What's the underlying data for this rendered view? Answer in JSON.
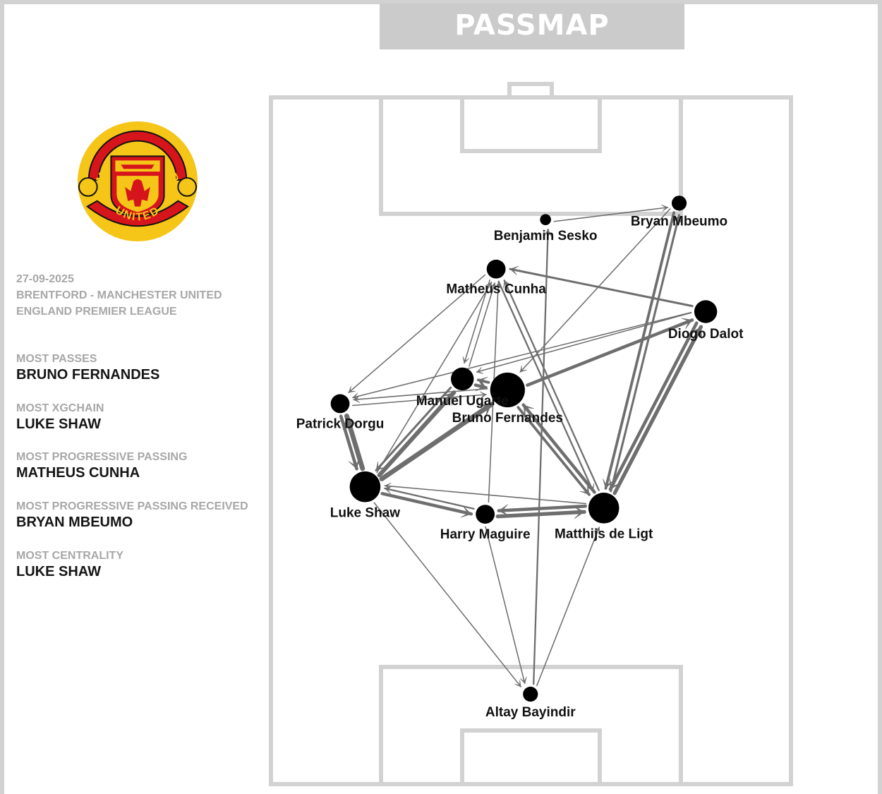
{
  "header": {
    "title": "PASSMAP"
  },
  "team": {
    "crest_name": "MANCHESTER UNITED",
    "crest_motto": "UNITED"
  },
  "match": {
    "date": "27-09-2025",
    "fixture": "BRENTFORD - MANCHESTER UNITED",
    "competition": "ENGLAND PREMIER LEAGUE"
  },
  "stats": [
    {
      "label": "MOST PASSES",
      "value": "BRUNO FERNANDES"
    },
    {
      "label": "MOST XGCHAIN",
      "value": "LUKE SHAW"
    },
    {
      "label": "MOST PROGRESSIVE PASSING",
      "value": "MATHEUS CUNHA"
    },
    {
      "label": "MOST PROGRESSIVE PASSING RECEIVED",
      "value": "BRYAN MBEUMO"
    },
    {
      "label": "MOST CENTRALITY",
      "value": "LUKE SHAW"
    }
  ],
  "colors": {
    "pitch_line": "#d2d2d2",
    "node": "#000000",
    "edge": "#6e6e6e",
    "crest_red": "#d6141c",
    "crest_gold": "#f5c518"
  },
  "chart_data": {
    "type": "network",
    "players": [
      {
        "id": "sesko",
        "name": "Benjamin Sesko",
        "x": 52.8,
        "y": 82.2,
        "size": 1
      },
      {
        "id": "mbeumo",
        "name": "Bryan Mbeumo",
        "x": 78.5,
        "y": 84.6,
        "size": 2
      },
      {
        "id": "cunha",
        "name": "Matheus Cunha",
        "x": 43.3,
        "y": 75.0,
        "size": 3
      },
      {
        "id": "dalot",
        "name": "Diogo Dalot",
        "x": 83.6,
        "y": 68.8,
        "size": 4
      },
      {
        "id": "dorgu",
        "name": "Patrick Dorgu",
        "x": 13.3,
        "y": 55.4,
        "size": 3
      },
      {
        "id": "ugarte",
        "name": "Manuel Ugarte",
        "x": 36.8,
        "y": 59.0,
        "size": 4
      },
      {
        "id": "bruno",
        "name": "Bruno Fernandes",
        "x": 45.5,
        "y": 57.4,
        "size": 7
      },
      {
        "id": "shaw",
        "name": "Luke Shaw",
        "x": 18.1,
        "y": 43.3,
        "size": 6
      },
      {
        "id": "maguire",
        "name": "Harry Maguire",
        "x": 41.2,
        "y": 39.3,
        "size": 3
      },
      {
        "id": "deligt",
        "name": "Matthijs de Ligt",
        "x": 64.0,
        "y": 40.2,
        "size": 6
      },
      {
        "id": "bayindir",
        "name": "Altay Bayindir",
        "x": 49.9,
        "y": 13.1,
        "size": 2
      }
    ],
    "passes": [
      {
        "from": "shaw",
        "to": "bruno",
        "count": 8
      },
      {
        "from": "shaw",
        "to": "ugarte",
        "count": 7
      },
      {
        "from": "shaw",
        "to": "dorgu",
        "count": 8
      },
      {
        "from": "dorgu",
        "to": "shaw",
        "count": 5
      },
      {
        "from": "shaw",
        "to": "maguire",
        "count": 5
      },
      {
        "from": "maguire",
        "to": "shaw",
        "count": 2
      },
      {
        "from": "maguire",
        "to": "deligt",
        "count": 6
      },
      {
        "from": "deligt",
        "to": "maguire",
        "count": 5
      },
      {
        "from": "deligt",
        "to": "dalot",
        "count": 6
      },
      {
        "from": "dalot",
        "to": "deligt",
        "count": 5
      },
      {
        "from": "deligt",
        "to": "bruno",
        "count": 5
      },
      {
        "from": "bruno",
        "to": "deligt",
        "count": 4
      },
      {
        "from": "bruno",
        "to": "dalot",
        "count": 5
      },
      {
        "from": "ugarte",
        "to": "bruno",
        "count": 5
      },
      {
        "from": "bruno",
        "to": "ugarte",
        "count": 4
      },
      {
        "from": "ugarte",
        "to": "shaw",
        "count": 3
      },
      {
        "from": "mbeumo",
        "to": "deligt",
        "count": 4
      },
      {
        "from": "dalot",
        "to": "cunha",
        "count": 3
      },
      {
        "from": "deligt",
        "to": "mbeumo",
        "count": 3
      },
      {
        "from": "deligt",
        "to": "cunha",
        "count": 2
      },
      {
        "from": "cunha",
        "to": "deligt",
        "count": 2
      },
      {
        "from": "bayindir",
        "to": "sesko",
        "count": 2
      },
      {
        "from": "shaw",
        "to": "bayindir",
        "count": 1
      },
      {
        "from": "bayindir",
        "to": "deligt",
        "count": 1
      },
      {
        "from": "maguire",
        "to": "bayindir",
        "count": 1
      },
      {
        "from": "ugarte",
        "to": "cunha",
        "count": 1
      },
      {
        "from": "cunha",
        "to": "ugarte",
        "count": 1
      },
      {
        "from": "cunha",
        "to": "dorgu",
        "count": 1
      },
      {
        "from": "sesko",
        "to": "mbeumo",
        "count": 1
      },
      {
        "from": "dalot",
        "to": "dorgu",
        "count": 1
      },
      {
        "from": "bruno",
        "to": "dorgu",
        "count": 1
      },
      {
        "from": "dalot",
        "to": "ugarte",
        "count": 1
      },
      {
        "from": "shaw",
        "to": "cunha",
        "count": 1
      },
      {
        "from": "deligt",
        "to": "shaw",
        "count": 1
      },
      {
        "from": "mbeumo",
        "to": "bruno",
        "count": 1
      },
      {
        "from": "maguire",
        "to": "cunha",
        "count": 1
      },
      {
        "from": "dorgu",
        "to": "bruno",
        "count": 1
      }
    ]
  }
}
